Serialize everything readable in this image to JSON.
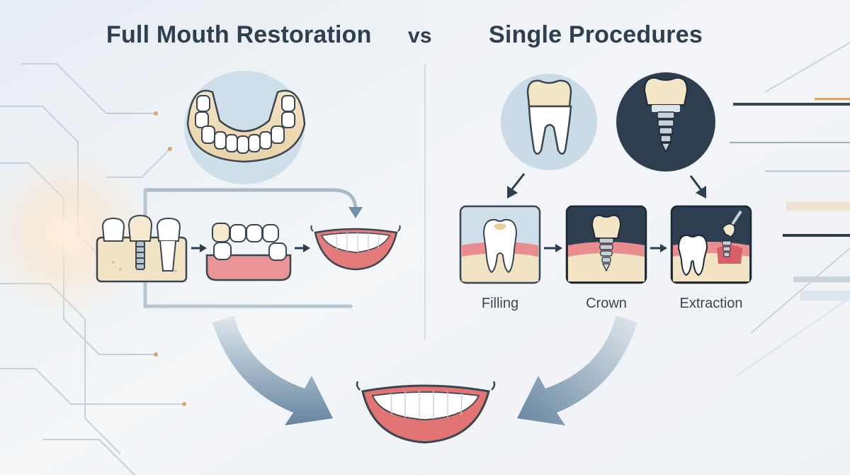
{
  "header": {
    "left_title": "Full Mouth Restoration",
    "vs": "vs",
    "right_title": "Single Procedures"
  },
  "procedures": [
    {
      "label": "Filling"
    },
    {
      "label": "Crown"
    },
    {
      "label": "Extraction"
    }
  ],
  "icons": {
    "denture": "full-denture-icon",
    "bridge": "implant-bridge-icon",
    "partial": "partial-denture-icon",
    "smile_small": "smile-icon",
    "smile_result": "smile-icon",
    "tooth": "tooth-icon",
    "implant": "implant-icon"
  },
  "colors": {
    "title": "#2f3f4f",
    "accent_dark": "#2c3e50",
    "gum": "#e98d8f",
    "tooth": "#fffdf6",
    "circle_light": "#c9dbe6",
    "arrow": "#6f8fa8"
  }
}
